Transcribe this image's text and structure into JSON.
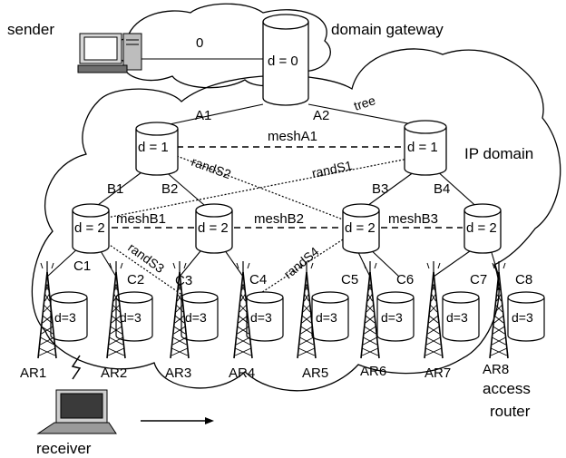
{
  "labels": {
    "sender": "sender",
    "domain_gateway": "domain gateway",
    "ip_domain": "IP domain",
    "receiver": "receiver",
    "access_router_line1": "access",
    "access_router_line2": "router",
    "link_zero": "0",
    "tree": "tree"
  },
  "nodes": {
    "gateway": "d = 0",
    "level1": "d = 1",
    "level2": "d = 2",
    "level3": "d=3"
  },
  "links": {
    "A1": "A1",
    "A2": "A2",
    "B1": "B1",
    "B2": "B2",
    "B3": "B3",
    "B4": "B4",
    "C1": "C1",
    "C2": "C2",
    "C3": "C3",
    "C4": "C4",
    "C5": "C5",
    "C6": "C6",
    "C7": "C7",
    "C8": "C8"
  },
  "mesh": {
    "meshA1": "meshA1",
    "meshB1": "meshB1",
    "meshB2": "meshB2",
    "meshB3": "meshB3"
  },
  "rand": {
    "randS1": "randS1",
    "randS2": "randS2",
    "randS3": "randS3",
    "randS4": "randS4"
  },
  "routers": [
    "AR1",
    "AR2",
    "AR3",
    "AR4",
    "AR5",
    "AR6",
    "AR7",
    "AR8"
  ]
}
